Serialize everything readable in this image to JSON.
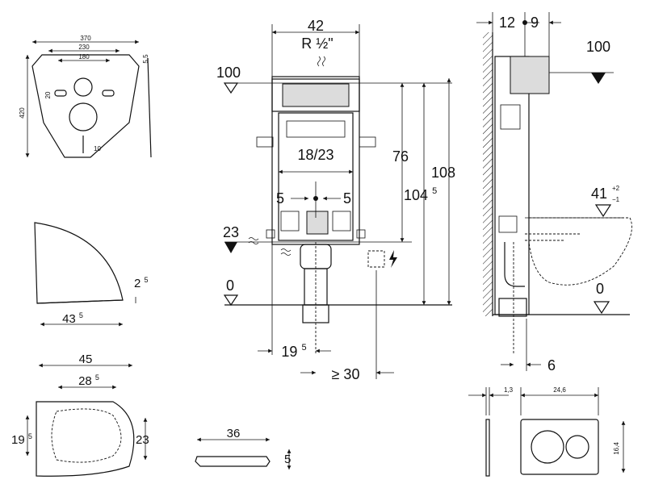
{
  "plate": {
    "w1": "370",
    "w2": "230",
    "w3": "180",
    "h": "420",
    "d1": "20",
    "d2": "10",
    "t": "5,5"
  },
  "seat": {
    "thick": "2",
    "thick_sup": "5",
    "depth": "43",
    "depth_sup": "5"
  },
  "seat_top": {
    "w": "45",
    "inner": "28",
    "inner_sup": "5",
    "h_left": "19",
    "h_left_sup": "5",
    "h_right": "23"
  },
  "lid": {
    "w": "36",
    "h": "5"
  },
  "frame": {
    "width": "42",
    "thread": "R ½\"",
    "level_100": "100",
    "h76": "76",
    "h104": "104",
    "h104_sup": "5",
    "h108": "108",
    "w1823": "18/23",
    "five_left": "5",
    "five_right": "5",
    "level_23": "23",
    "level_0": "0",
    "bottom_w": "19",
    "bottom_w_sup": "5",
    "min_w": "≥ 30"
  },
  "side": {
    "d12": "12",
    "d9": "9",
    "level_100": "100",
    "h41": "41",
    "tol_plus": "+2",
    "tol_minus": "−1",
    "level_0": "0",
    "d6": "6"
  },
  "button": {
    "thick": "1,3",
    "w": "24,6",
    "h": "16,4"
  }
}
